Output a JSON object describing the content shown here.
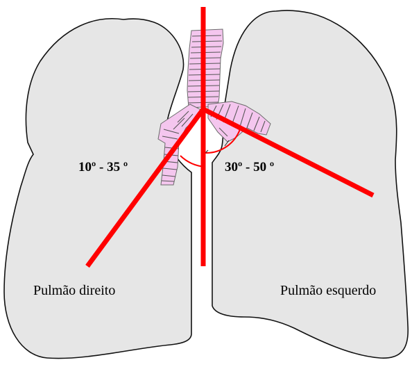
{
  "labels": {
    "right_angle": "10º - 35 º",
    "left_angle": "30º - 50 º",
    "right_lung": "Pulmão direito",
    "left_lung": "Pulmão esquerdo"
  },
  "colors": {
    "lung_fill": "#e6e6e6",
    "lung_stroke": "#111111",
    "airway_fill": "#f4c6ee",
    "airway_stroke": "#6a6a6a",
    "line_red": "#ff0000"
  }
}
